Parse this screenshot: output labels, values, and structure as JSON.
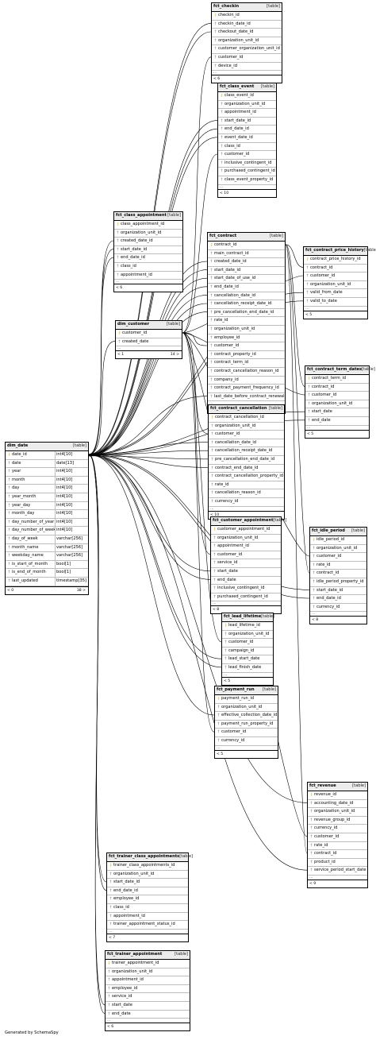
{
  "footer": {
    "generated_by": "Generated by SchemaSpy"
  },
  "tables": [
    {
      "id": "fct_checkin",
      "name": "fct_checkin",
      "kind": "[table]",
      "pk": 0,
      "columns": [
        "checkin_id",
        "checkin_date_id",
        "checkout_date_id",
        "organization_unit_id",
        "customer_organization_unit_id",
        "customer_id",
        "device_id"
      ],
      "ellipsis": "...",
      "footer_left": "< 6",
      "footer_right": ""
    },
    {
      "id": "fct_class_event",
      "name": "fct_class_event",
      "kind": "[table]",
      "pk": 0,
      "columns": [
        "class_event_id",
        "organization_unit_id",
        "appointment_id",
        "start_date_id",
        "end_date_id",
        "event_date_id",
        "class_id",
        "customer_id",
        "inclusive_contingent_id",
        "purchased_contingent_id",
        "class_event_property_id"
      ],
      "ellipsis": "...",
      "footer_left": "< 10",
      "footer_right": ""
    },
    {
      "id": "fct_class_appointment",
      "name": "fct_class_appointment",
      "kind": "[table]",
      "pk": 0,
      "columns": [
        "class_appointment_id",
        "organization_unit_id",
        "created_date_id",
        "start_date_id",
        "end_date_id",
        "class_id",
        "appointment_id"
      ],
      "ellipsis": "...",
      "footer_left": "< 6",
      "footer_right": ""
    },
    {
      "id": "fct_contract",
      "name": "fct_contract",
      "kind": "[table]",
      "pk": 0,
      "columns": [
        "contract_id",
        "main_contract_id",
        "created_date_id",
        "start_date_id",
        "start_date_of_use_id",
        "end_date_id",
        "cancellation_date_id",
        "cancellation_receipt_date_id",
        "pre_cancellation_end_date_id",
        "rate_id",
        "organization_unit_id",
        "employee_id",
        "customer_id",
        "contract_property_id",
        "contract_term_id",
        "contract_cancellation_reason_id",
        "company_id",
        "contract_payment_frequency_id",
        "last_date_before_contract_renewal"
      ],
      "ellipsis": "...",
      "footer_left": "< 18",
      "footer_right": "5 >"
    },
    {
      "id": "fct_contract_price_history",
      "name": "fct_contract_price_history",
      "kind": "[table]",
      "pk": 0,
      "columns": [
        "contract_price_history_id",
        "contract_id",
        "customer_id",
        "organization_unit_id",
        "valid_from_date",
        "valid_to_date"
      ],
      "ellipsis": "...",
      "footer_left": "< 5",
      "footer_right": ""
    },
    {
      "id": "dim_customer",
      "name": "dim_customer",
      "kind": "[table]",
      "pk": 0,
      "columns": [
        "customer_id",
        "created_date"
      ],
      "ellipsis": "...",
      "footer_left": "< 1",
      "footer_right": "14 >"
    },
    {
      "id": "fct_contract_term_dates",
      "name": "fct_contract_term_dates",
      "kind": "[table]",
      "pk": 0,
      "columns": [
        "contract_term_id",
        "contract_id",
        "customer_id",
        "organization_unit_id",
        "start_date",
        "end_date"
      ],
      "ellipsis": "...",
      "footer_left": "< 5",
      "footer_right": ""
    },
    {
      "id": "fct_contract_cancellation",
      "name": "fct_contract_cancellation",
      "kind": "[table]",
      "pk": 0,
      "columns": [
        "contract_cancellation_id",
        "organization_unit_id",
        "customer_id",
        "cancellation_date_id",
        "cancellation_receipt_date_id",
        "pre_cancellation_end_date_id",
        "contract_end_date_id",
        "contract_cancellation_property_id",
        "rate_id",
        "cancellation_reason_id",
        "currency_id"
      ],
      "ellipsis": "...",
      "footer_left": "< 10",
      "footer_right": ""
    },
    {
      "id": "dim_date",
      "name": "dim_date",
      "kind": "[table]",
      "pk": 0,
      "columns": [
        "date_id",
        "date",
        "year",
        "month",
        "day",
        "year_month",
        "year_day",
        "month_day",
        "day_number_of_year",
        "day_number_of_week",
        "day_of_week",
        "month_name",
        "weekday_name",
        "is_start_of_month",
        "is_end_of_month",
        "last_updated"
      ],
      "types": [
        "int4[10]",
        "date[13]",
        "int4[10]",
        "int4[10]",
        "int4[10]",
        "int4[10]",
        "int4[10]",
        "int4[10]",
        "int4[10]",
        "int4[10]",
        "varchar[256]",
        "varchar[256]",
        "varchar[256]",
        "bool[1]",
        "bool[1]",
        "timestamp[35]"
      ],
      "ellipsis": "",
      "footer_left": "< 0",
      "footer_right": "38 >"
    },
    {
      "id": "fct_customer_appointment",
      "name": "fct_customer_appointment",
      "kind": "[table]",
      "pk": 0,
      "columns": [
        "customer_appointment_id",
        "organization_unit_id",
        "appointment_id",
        "customer_id",
        "service_id",
        "start_date",
        "end_date",
        "inclusive_contingent_id",
        "purchased_contingent_id"
      ],
      "ellipsis": "...",
      "footer_left": "< 8",
      "footer_right": ""
    },
    {
      "id": "fct_idle_period",
      "name": "fct_idle_period",
      "kind": "[table]",
      "pk": 0,
      "columns": [
        "idle_period_id",
        "organization_unit_id",
        "customer_id",
        "rate_id",
        "contract_id",
        "idle_period_property_id",
        "start_date_id",
        "end_date_id",
        "currency_id"
      ],
      "ellipsis": "...",
      "footer_left": "< 8",
      "footer_right": ""
    },
    {
      "id": "fct_lead_lifetime",
      "name": "fct_lead_lifetime",
      "kind": "[table]",
      "pk": 0,
      "columns": [
        "lead_lifetime_id",
        "organization_unit_id",
        "customer_id",
        "campaign_id",
        "lead_start_date",
        "lead_finish_date"
      ],
      "ellipsis": "...",
      "footer_left": "< 5",
      "footer_right": ""
    },
    {
      "id": "fct_payment_run",
      "name": "fct_payment_run",
      "kind": "[table]",
      "pk": 0,
      "columns": [
        "payment_run_id",
        "organization_unit_id",
        "effective_collection_date_id",
        "payment_run_property_id",
        "customer_id",
        "currency_id"
      ],
      "ellipsis": "...",
      "footer_left": "< 5",
      "footer_right": ""
    },
    {
      "id": "fct_revenue",
      "name": "fct_revenue",
      "kind": "[table]",
      "pk": 0,
      "columns": [
        "revenue_id",
        "accounting_date_id",
        "organization_unit_id",
        "revenue_group_id",
        "currency_id",
        "customer_id",
        "rate_id",
        "contract_id",
        "product_id",
        "service_period_start_date"
      ],
      "ellipsis": "...",
      "footer_left": "< 9",
      "footer_right": ""
    },
    {
      "id": "fct_trainer_class_appointments",
      "name": "fct_trainer_class_appointments",
      "kind": "[table]",
      "pk": 0,
      "columns": [
        "trainer_class_appointments_id",
        "organization_unit_id",
        "start_date_id",
        "end_date_id",
        "employee_id",
        "class_id",
        "appointment_id",
        "trainer_appointment_status_id"
      ],
      "ellipsis": "...",
      "footer_left": "< 7",
      "footer_right": ""
    },
    {
      "id": "fct_trainer_appointment",
      "name": "fct_trainer_appointment",
      "kind": "[table]",
      "pk": 0,
      "columns": [
        "trainer_appointment_id",
        "organization_unit_id",
        "appointment_id",
        "employee_id",
        "service_id",
        "start_date",
        "end_date"
      ],
      "ellipsis": "...",
      "footer_left": "< 6",
      "footer_right": ""
    }
  ]
}
